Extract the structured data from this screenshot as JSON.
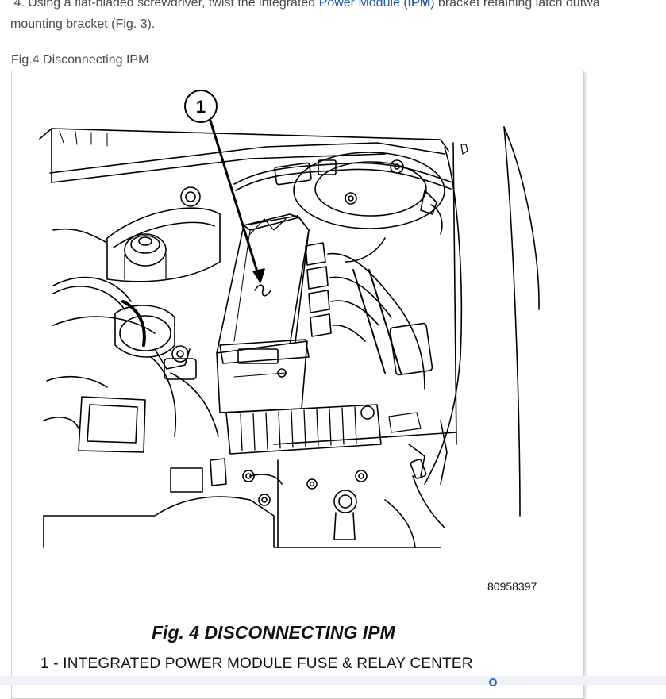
{
  "step": {
    "prefix": "4. Using a flat-bladed screwdriver, twist the integrated ",
    "link_text": "Power Module",
    "paren_open": " (",
    "link_abbr": "IPM",
    "paren_close": ")",
    "suffix": " bracket retaining latch outwa",
    "line2": "mounting bracket (Fig. 3)."
  },
  "figure": {
    "caption": "Fig.4 Disconnecting IPM",
    "callout": "1",
    "number": "80958397",
    "title": "Fig. 4 DISCONNECTING IPM",
    "legend": "1 - INTEGRATED POWER MODULE FUSE & RELAY CENTER"
  },
  "colors": {
    "link": "#1e5fa8",
    "text": "#4a4a4a",
    "ink": "#111111"
  }
}
